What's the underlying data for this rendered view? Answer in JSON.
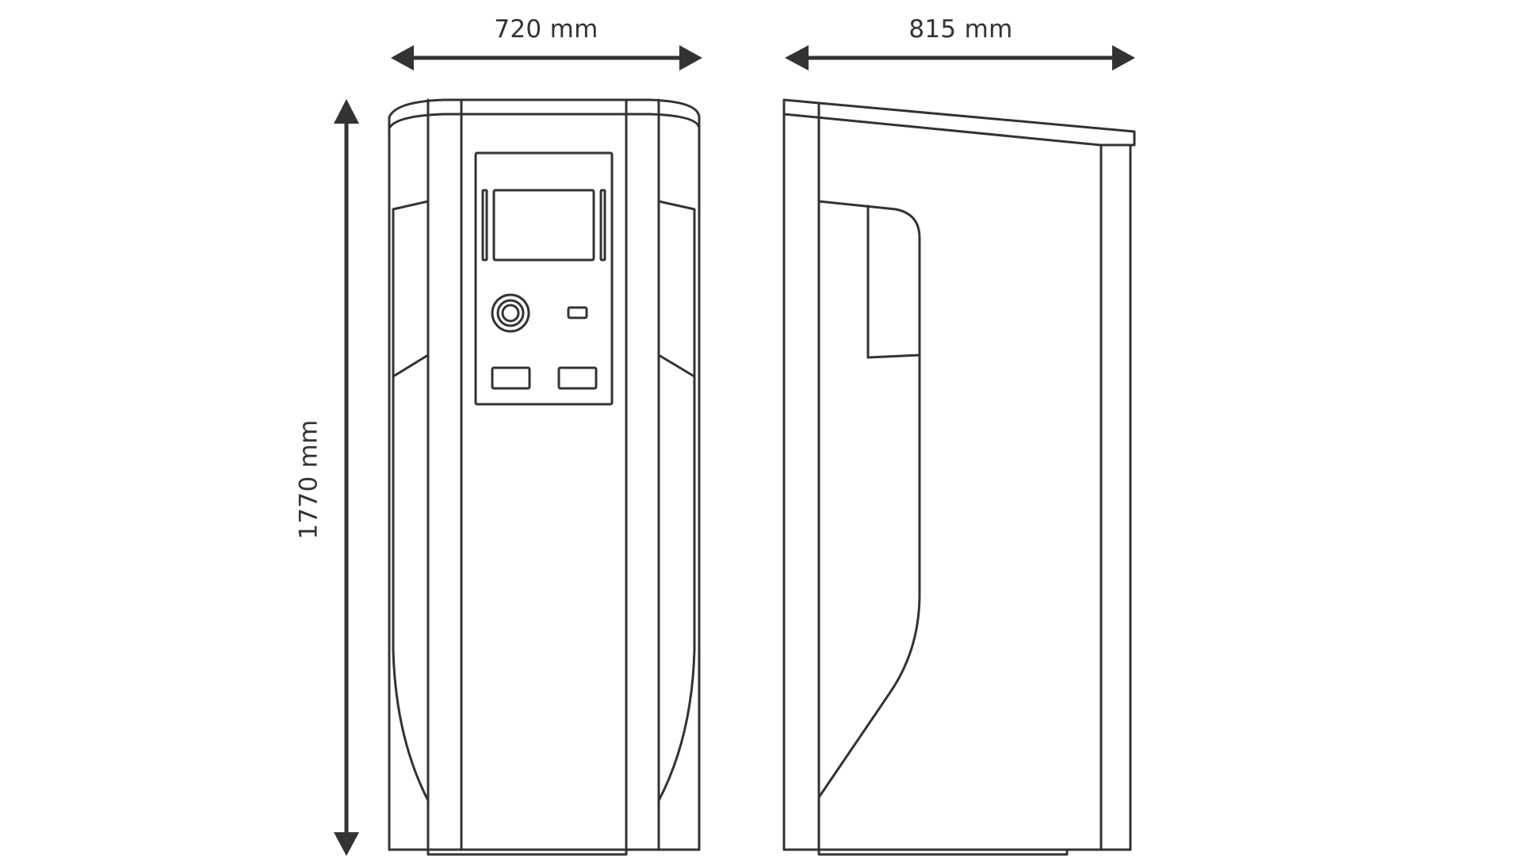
{
  "dimensions": {
    "width_label": "720 mm",
    "depth_label": "815 mm",
    "height_label": "1770 mm"
  },
  "colors": {
    "line": "#333333",
    "background": "#ffffff"
  }
}
